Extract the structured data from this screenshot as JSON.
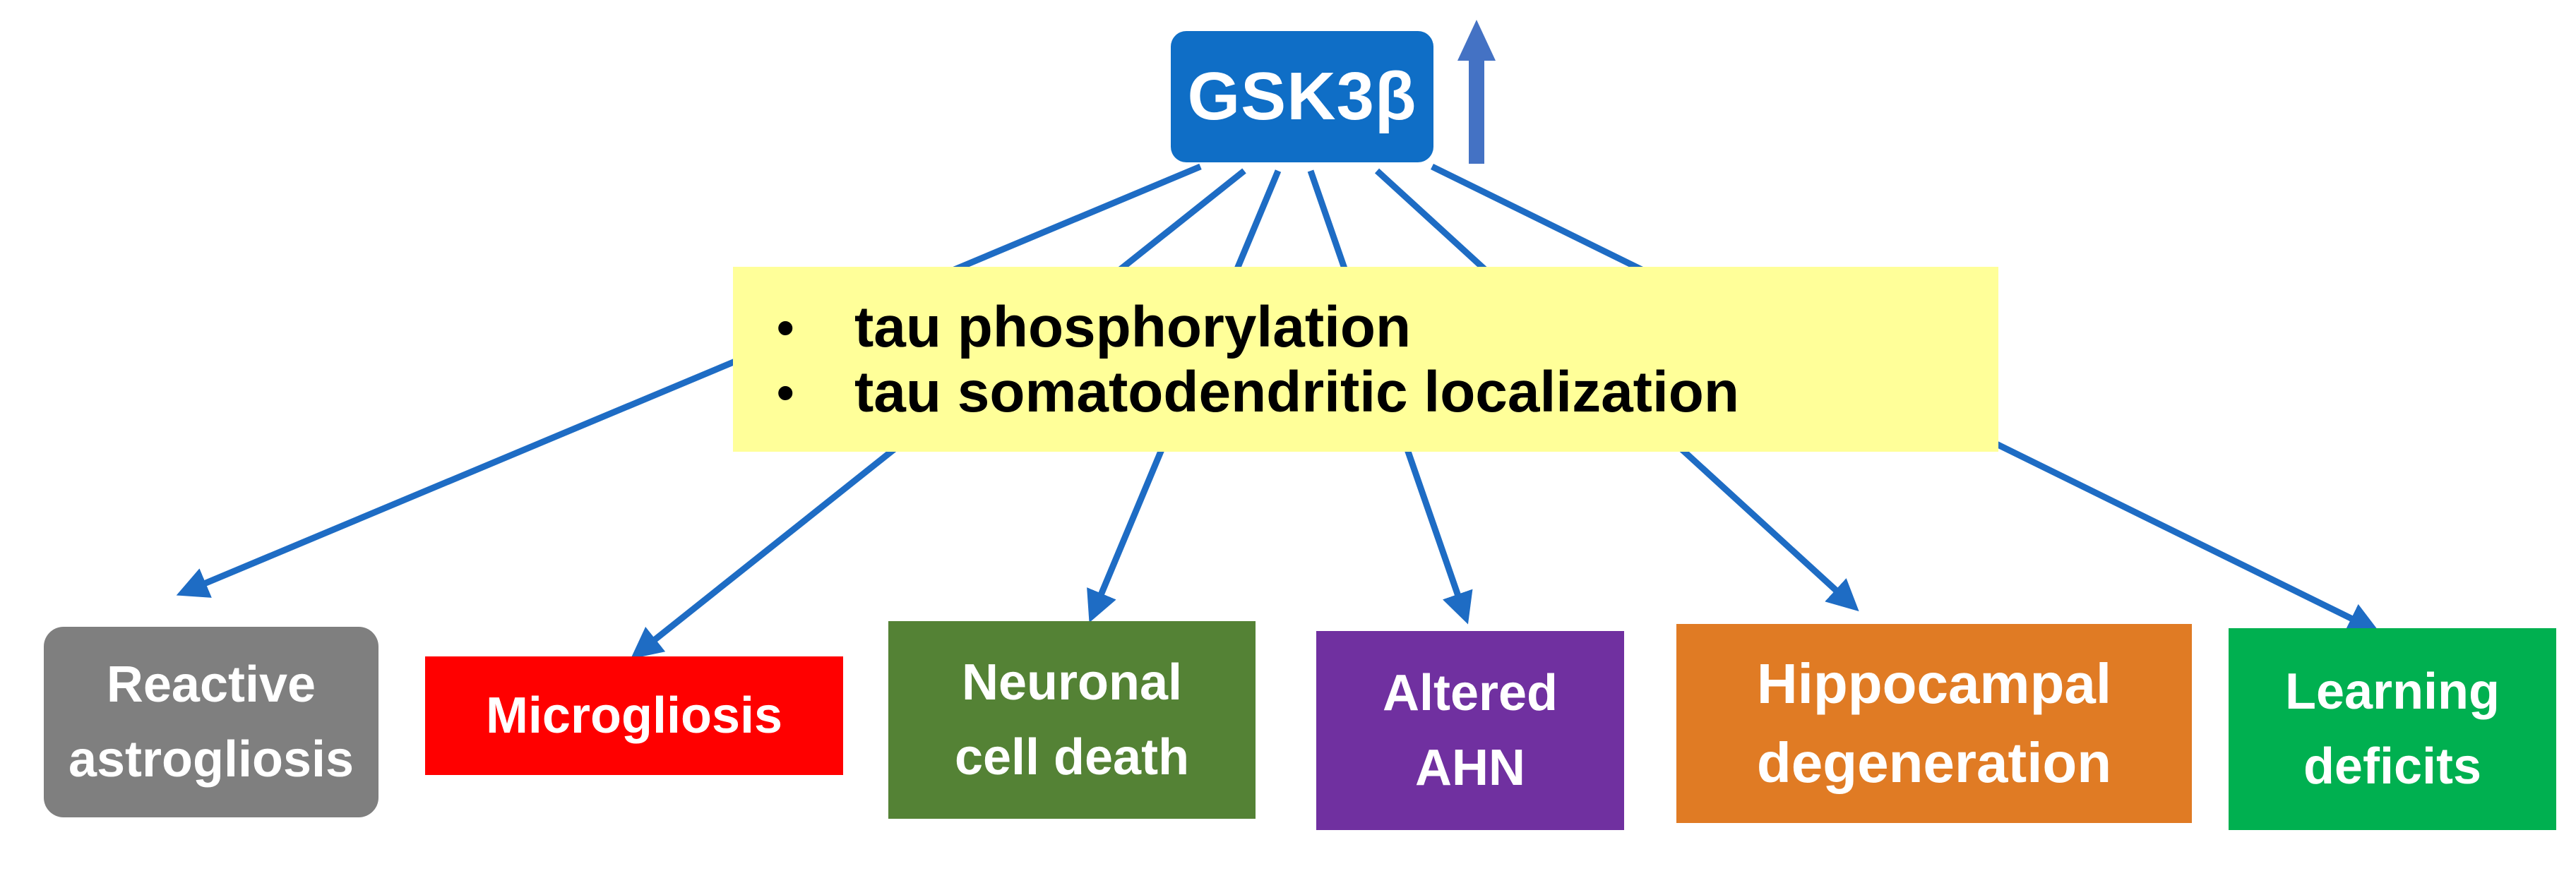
{
  "colors": {
    "arrow": "#1e6cc4",
    "up_arrow": "#4472c4",
    "gsk_fill": "#0f6ec6",
    "mechanism_fill": "#ffff99"
  },
  "source": {
    "label": "GSK3β",
    "trend": "up-arrow-icon"
  },
  "mechanisms": [
    {
      "bullet": "•",
      "text": "tau phosphorylation"
    },
    {
      "bullet": "•",
      "text": "tau somatodendritic localization"
    }
  ],
  "outcomes": [
    {
      "lines": [
        "Reactive",
        "astrogliosis"
      ],
      "color": "#7f7f7f"
    },
    {
      "lines": [
        "Microgliosis"
      ],
      "color": "#ff0000"
    },
    {
      "lines": [
        "Neuronal",
        "cell death"
      ],
      "color": "#548235"
    },
    {
      "lines": [
        "Altered",
        "AHN"
      ],
      "color": "#7030a0"
    },
    {
      "lines": [
        "Hippocampal",
        "degeneration"
      ],
      "color": "#e07b24"
    },
    {
      "lines": [
        "Learning",
        "deficits"
      ],
      "color": "#00b050"
    }
  ]
}
